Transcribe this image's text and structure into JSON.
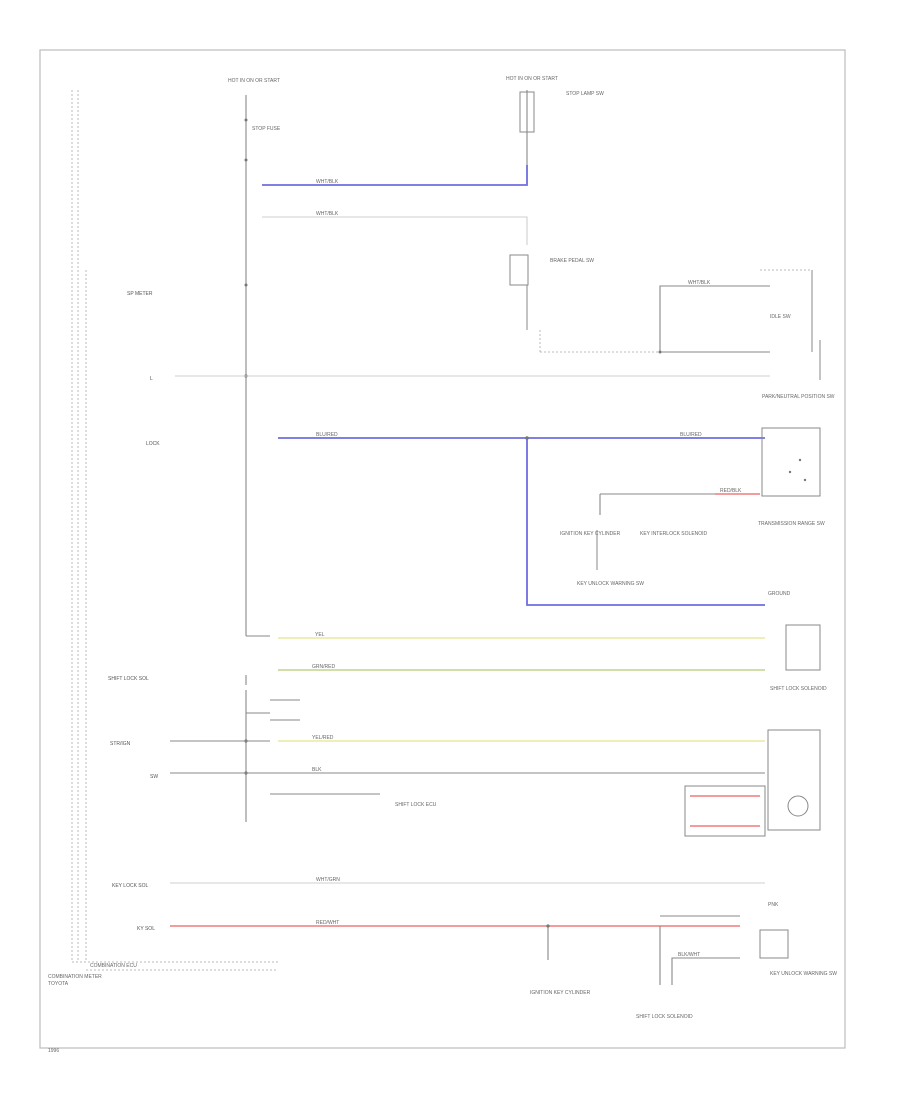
{
  "diagram": {
    "footer_mark": "1996",
    "ecu_labels": [
      "COMBINATION ECU",
      "COMBINATION METER",
      "TOYOTA"
    ],
    "side_labels": {
      "s_meter": "SP METER",
      "l_tp": "L",
      "lock": "LOCK",
      "shift_lock_sol": "SHIFT LOCK SOL",
      "str_ign": "STR/IGN",
      "sw": "SW",
      "key_lock_sol": "KEY LOCK SOL",
      "ky_sol": "KY SOL"
    },
    "components": {
      "hot_fuse": "HOT IN ON OR START",
      "stop_fuse": "STOP FUSE",
      "stop_lamp_sw": "STOP LAMP SW",
      "brake_pedal_sw": "BRAKE PEDAL SW",
      "idle_sw": "IDLE SW",
      "park_neutral_sw": "PARK/NEUTRAL POSITION SW",
      "trans_sw": "TRANSMISSION RANGE SW",
      "ground": "GROUND",
      "shift_lock_sol_comp": "SHIFT LOCK SOLENOID",
      "ignition_key_cyl": "IGNITION KEY CYLINDER",
      "key_interlock": "KEY INTERLOCK SOLENOID",
      "key_reminder_sw": "KEY UNLOCK WARNING SW",
      "ecu_box": "SHIFT LOCK ECU"
    },
    "wire_labels": {
      "wht_blk_1": "WHT/BLK",
      "wht_blk_2": "WHT/BLK",
      "wht_blk_3": "WHT/BLK",
      "blu_red_1": "BLU/RED",
      "blu_red_2": "BLU/RED",
      "red_blk": "RED/BLK",
      "yel": "YEL",
      "yel_red": "YEL/RED",
      "blk": "BLK",
      "grn_red": "GRN/RED",
      "red_wht": "RED/WHT",
      "blk_wht": "BLK/WHT",
      "wht_grn": "WHT/GRN",
      "pnk": "PNK"
    },
    "colors": {
      "blue_wire": "#6e6ee0",
      "yellow_wire": "#e9e9a2",
      "green_wire": "#c4d48a",
      "red_wire": "#f07a7a",
      "white_wire": "#cfcfcf"
    }
  }
}
